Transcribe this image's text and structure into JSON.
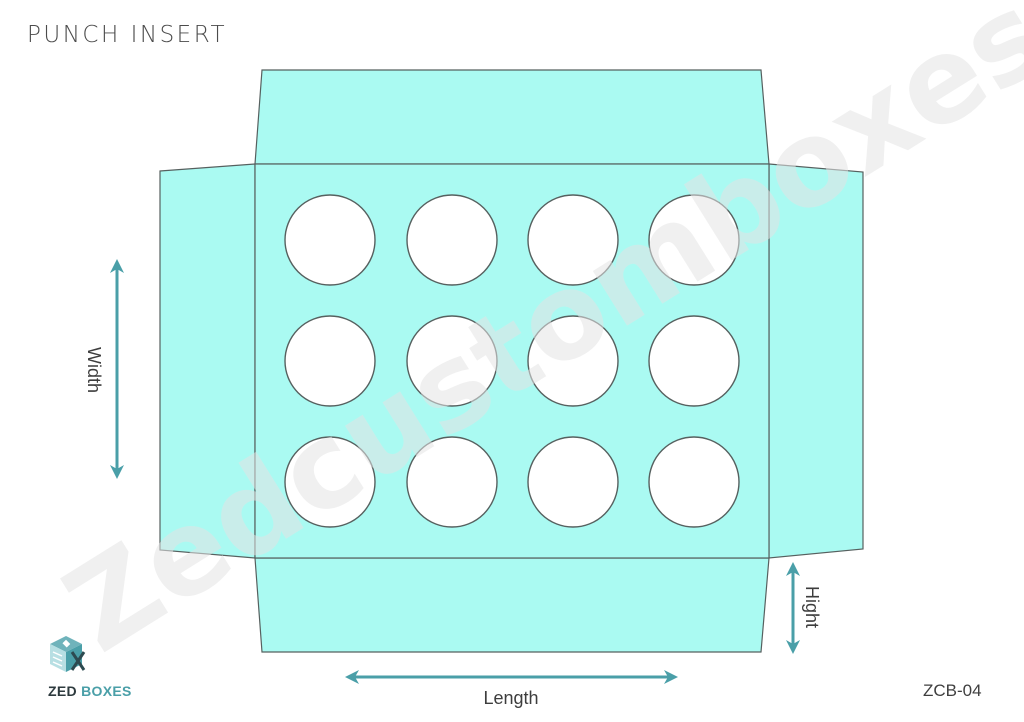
{
  "title": "PUNCH INSERT",
  "product_code": "ZCB-04",
  "brand": {
    "word1": "ZED",
    "word2": "BOXES",
    "icon": "box-logo-icon"
  },
  "watermark": "Zedcustomboxes",
  "dimensions": {
    "width_label": "Width",
    "length_label": "Length",
    "height_label": "Hight"
  },
  "die_line": {
    "panels": [
      "top-flap",
      "left-flap",
      "right-flap",
      "bottom-flap",
      "base-panel"
    ],
    "holes": {
      "rows": 3,
      "columns": 4,
      "count": 12,
      "shape": "circle"
    }
  },
  "colors": {
    "panel_fill": "#aafaf2",
    "stroke": "#56605f",
    "arrow": "#4a9fa8",
    "text": "#3d3d3d"
  }
}
